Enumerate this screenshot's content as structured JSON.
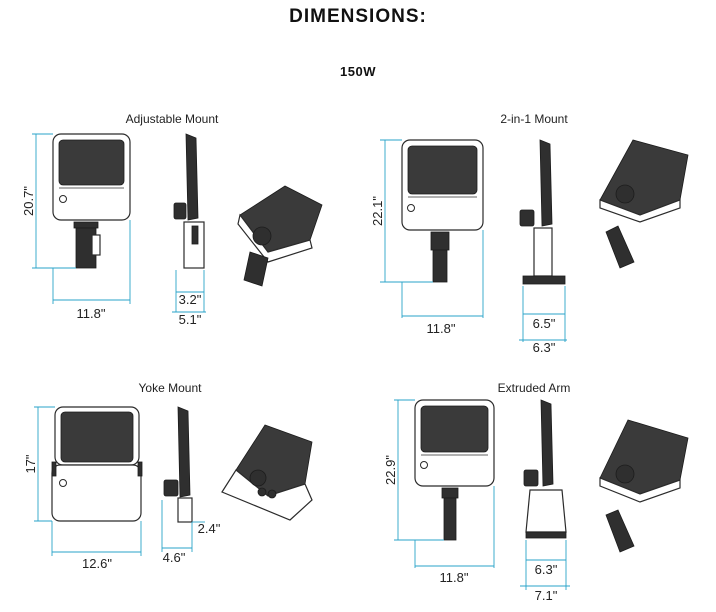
{
  "heading": "DIMENSIONS:",
  "subheading": "150W",
  "mounts": [
    {
      "name": "Adjustable Mount",
      "dims": [
        "20.7\"",
        "11.8\"",
        "3.2\"",
        "5.1\""
      ]
    },
    {
      "name": "2-in-1 Mount",
      "dims": [
        "22.1\"",
        "11.8\"",
        "6.5\"",
        "6.3\""
      ]
    },
    {
      "name": "Yoke Mount",
      "dims": [
        "17\"",
        "12.6\"",
        "4.6\"",
        "2.4\""
      ]
    },
    {
      "name": "Extruded Arm",
      "dims": [
        "22.9\"",
        "11.8\"",
        "6.3\"",
        "7.1\""
      ]
    }
  ],
  "colors": {
    "dimension_line": "#2aa3c9",
    "fixture": "#2f2f2f"
  }
}
